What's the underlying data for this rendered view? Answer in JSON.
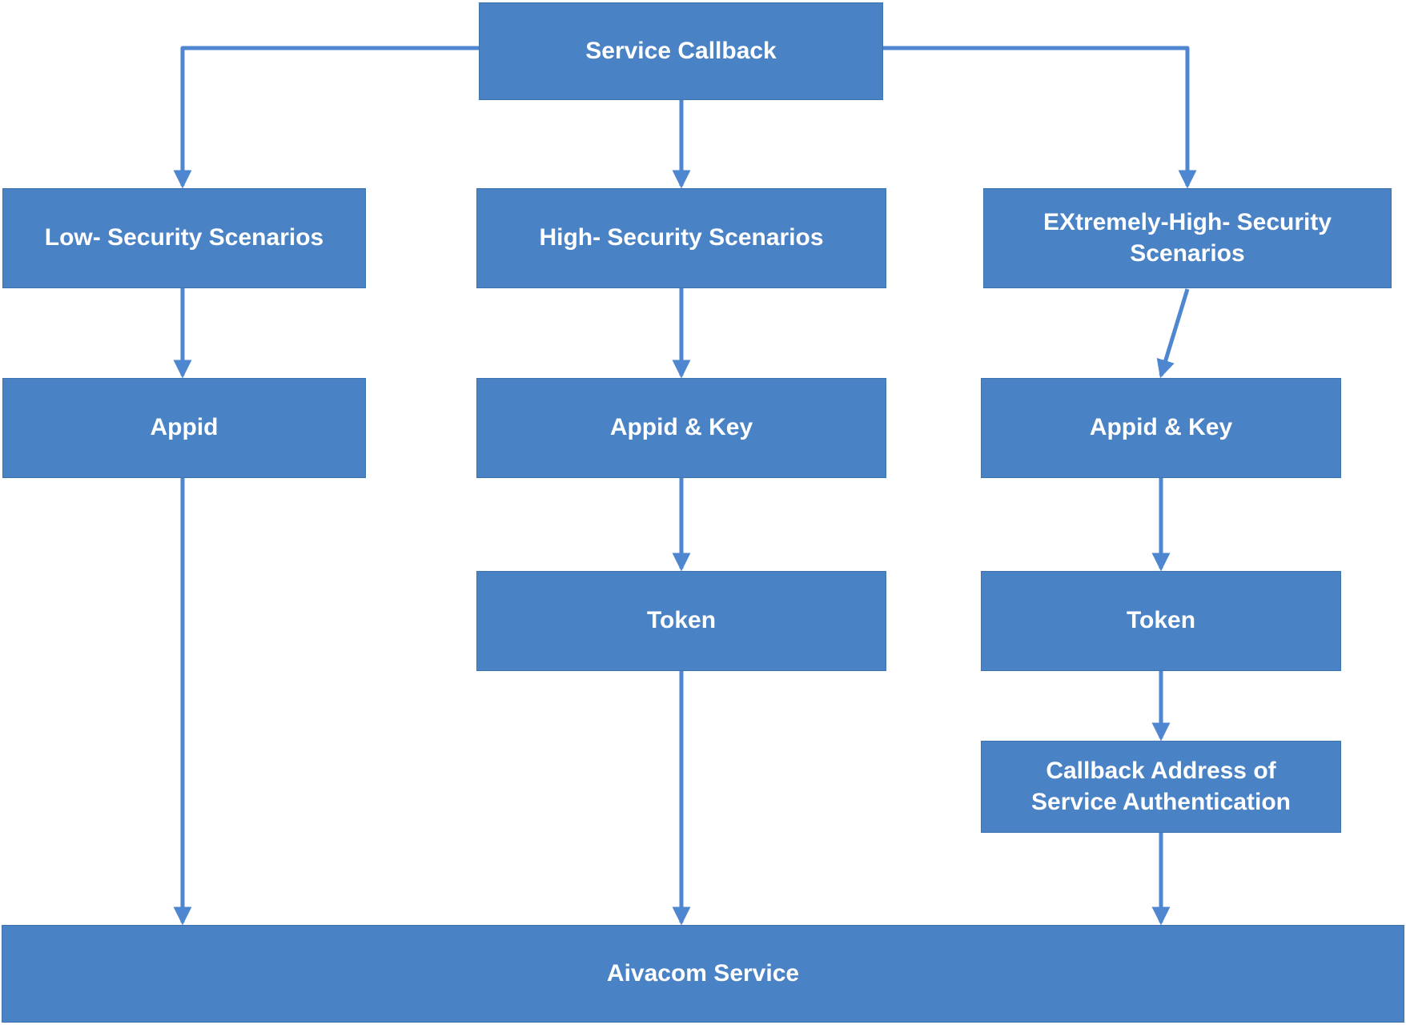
{
  "diagram": {
    "nodes": {
      "service_callback": {
        "label": "Service Callback"
      },
      "low_security": {
        "label": "Low- Security Scenarios"
      },
      "high_security": {
        "label": "High- Security Scenarios"
      },
      "extremely_high_security": {
        "label": [
          "EXtremely-High- Security",
          "Scenarios"
        ]
      },
      "appid": {
        "label": "Appid"
      },
      "appid_key_high": {
        "label": "Appid & Key"
      },
      "appid_key_extreme": {
        "label": "Appid & Key"
      },
      "token_high": {
        "label": "Token"
      },
      "token_extreme": {
        "label": "Token"
      },
      "callback_address": {
        "label": [
          "Callback Address of",
          "Service Authentication"
        ]
      },
      "aivacom_service": {
        "label": "Aivacom Service"
      }
    },
    "edges": [
      {
        "from": "service_callback",
        "to": "low_security"
      },
      {
        "from": "service_callback",
        "to": "high_security"
      },
      {
        "from": "service_callback",
        "to": "extremely_high_security"
      },
      {
        "from": "low_security",
        "to": "appid"
      },
      {
        "from": "high_security",
        "to": "appid_key_high"
      },
      {
        "from": "extremely_high_security",
        "to": "appid_key_extreme"
      },
      {
        "from": "appid_key_high",
        "to": "token_high"
      },
      {
        "from": "appid_key_extreme",
        "to": "token_extreme"
      },
      {
        "from": "token_extreme",
        "to": "callback_address"
      },
      {
        "from": "appid",
        "to": "aivacom_service"
      },
      {
        "from": "token_high",
        "to": "aivacom_service"
      },
      {
        "from": "callback_address",
        "to": "aivacom_service"
      }
    ]
  },
  "colors": {
    "box_fill": "#4a82c6",
    "box_border": "#3e73b0",
    "connector": "#4e86d0",
    "text": "#ffffff",
    "background": "#ffffff"
  }
}
